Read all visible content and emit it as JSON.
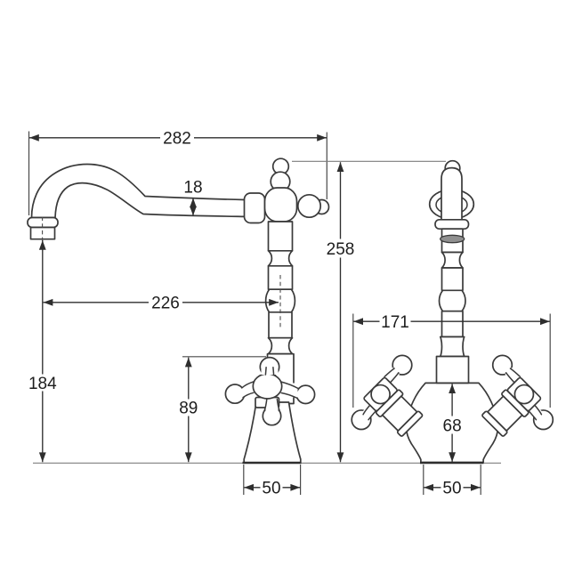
{
  "drawing": {
    "title": "",
    "background": "#ffffff"
  },
  "dimensions": {
    "side_view": {
      "spout_reach": "282",
      "spout_diameter": "18",
      "overall_height": "258",
      "outlet_to_body_axis": "226",
      "outlet_height": "184",
      "handle_height": "89",
      "base_width": "50"
    },
    "front_view": {
      "handle_span": "171",
      "body_height": "68",
      "base_width": "50"
    }
  },
  "colors": {
    "line": "#3a3a3a",
    "dimension_line": "#2e2e2e",
    "construction_line": "#8c8c8c",
    "text": "#1d1d1d",
    "outlet_shade": "#8f8f8f",
    "background": "#ffffff"
  },
  "icons": {
    "arrowhead": "filled-triangle"
  }
}
